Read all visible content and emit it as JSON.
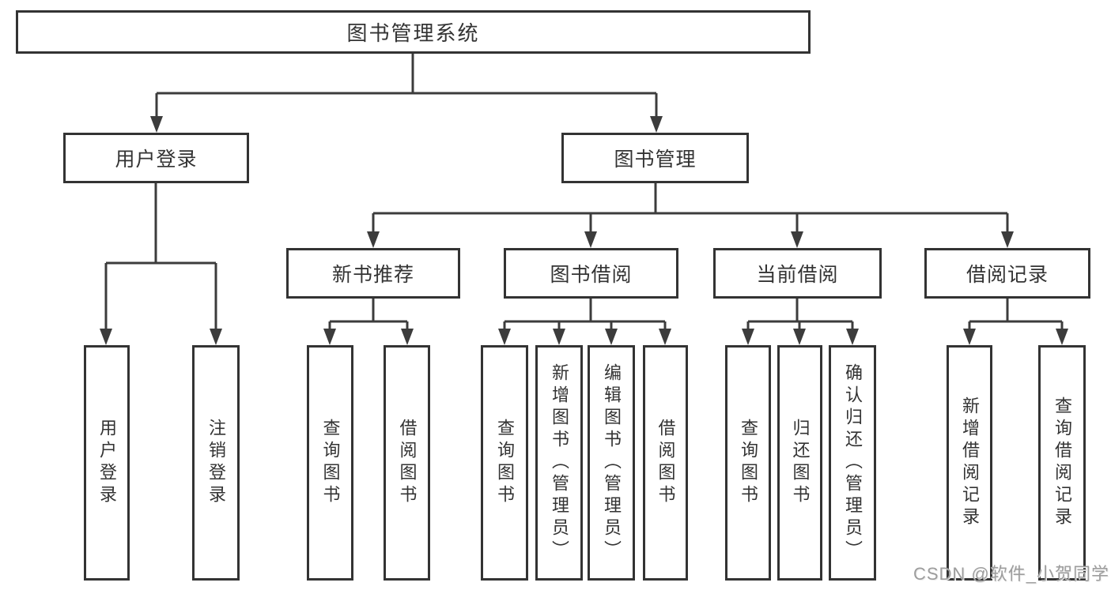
{
  "tree": {
    "root": "图书管理系统",
    "user_login": {
      "label": "用户登录",
      "children": [
        "用户登录",
        "注销登录"
      ]
    },
    "book_mgmt": {
      "label": "图书管理",
      "groups": [
        {
          "label": "新书推荐",
          "children": [
            "查询图书",
            "借阅图书"
          ]
        },
        {
          "label": "图书借阅",
          "children": [
            "查询图书",
            "新增图书（管理员）",
            "编辑图书（管理员）",
            "借阅图书"
          ]
        },
        {
          "label": "当前借阅",
          "children": [
            "查询图书",
            "归还图书",
            "确认归还（管理员）"
          ]
        },
        {
          "label": "借阅记录",
          "children": [
            "新增借阅记录",
            "查询借阅记录"
          ]
        }
      ]
    }
  },
  "watermark": "CSDN @软件_小贺同学",
  "colors": {
    "line": "#3c3c3c",
    "box_border": "#333333",
    "text": "#333333",
    "background": "#ffffff",
    "watermark": "#9d9d9d"
  }
}
